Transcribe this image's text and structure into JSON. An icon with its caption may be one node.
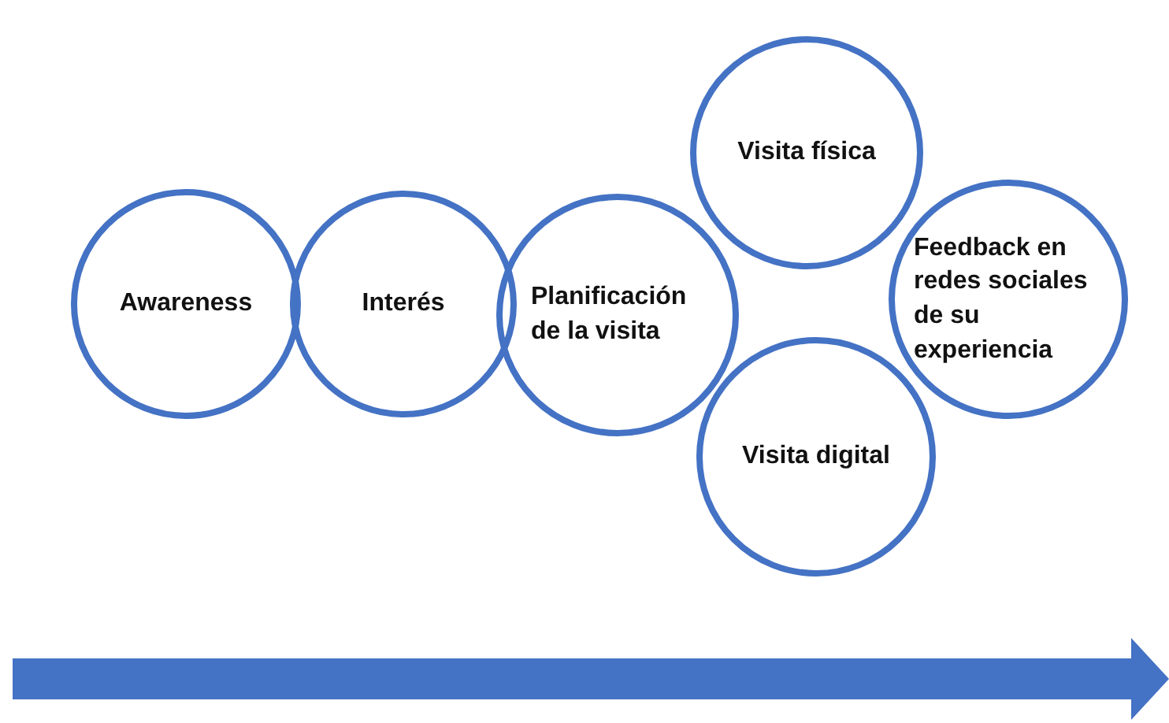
{
  "diagram": {
    "nodes": [
      {
        "text": [
          "Awareness"
        ]
      },
      {
        "text": [
          "Interés"
        ]
      },
      {
        "text": [
          "Planificación de la visita"
        ]
      },
      {
        "text": [
          "Visita física"
        ]
      },
      {
        "text": [
          "Feedback en redes sociales de su experiencia"
        ]
      },
      {
        "text": [
          "Visita digital"
        ]
      }
    ]
  }
}
